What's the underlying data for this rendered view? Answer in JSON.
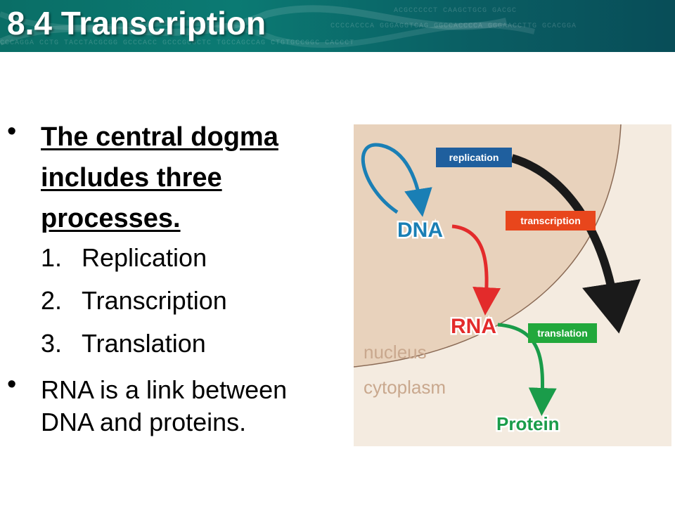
{
  "header": {
    "title": "8.4 Transcription"
  },
  "left": {
    "bullet1": "The central dogma includes three processes.",
    "items": [
      {
        "num": "1.",
        "label": "Replication"
      },
      {
        "num": "2.",
        "label": "Transcription"
      },
      {
        "num": "3.",
        "label": "Translation"
      }
    ],
    "bullet2": "RNA is a link between DNA and proteins."
  },
  "diagram": {
    "dna": "DNA",
    "rna": "RNA",
    "protein": "Protein",
    "nucleus": "nucleus",
    "cytoplasm": "cytoplasm",
    "replication": "replication",
    "transcription": "transcription",
    "translation": "translation"
  },
  "colors": {
    "banner": "#0a6e66",
    "nucleus_fill": "#e8d2bc",
    "cytoplasm_fill": "#f4ebe0",
    "dna": "#1a7fb5",
    "rna": "#e32b2b",
    "protein": "#1a9c4a",
    "replication_box": "#1f5f9e",
    "transcription_box": "#e8461c",
    "translation_box": "#22a83c"
  }
}
